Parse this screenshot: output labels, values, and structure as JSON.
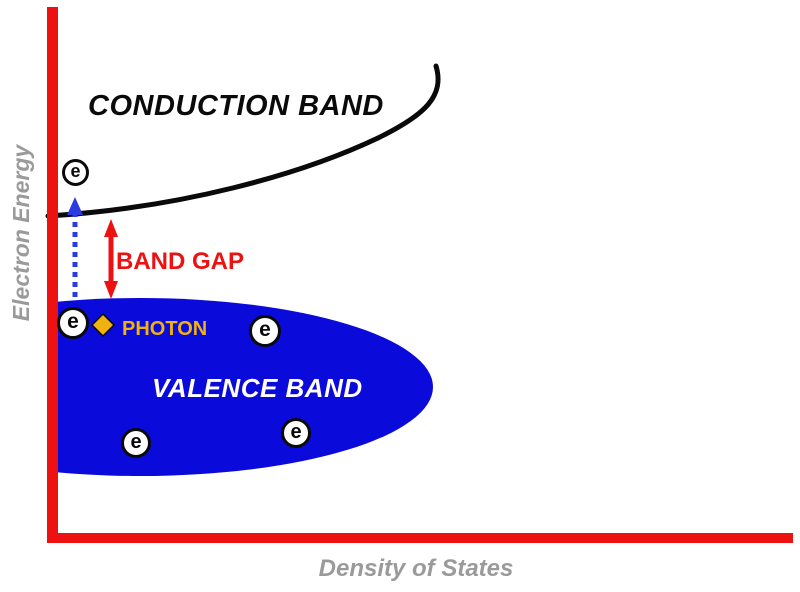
{
  "labels": {
    "y_axis": "Electron Energy",
    "x_axis": "Density of States",
    "conduction_band": "CONDUCTION BAND",
    "valence_band": "VALENCE BAND",
    "band_gap": "BAND GAP",
    "photon": "PHOTON",
    "electron_symbol": "e"
  },
  "electrons": {
    "conduction_count": 1,
    "valence_count": 4
  },
  "colors": {
    "axis_red": "#ee1111",
    "band_gap_red": "#ee1111",
    "valence_blue": "#0a0ada",
    "arrow_blue": "#2a3be0",
    "photon_gold": "#eeb211",
    "label_gray": "#9a9a9a",
    "curve_black": "#0a0a0a"
  }
}
